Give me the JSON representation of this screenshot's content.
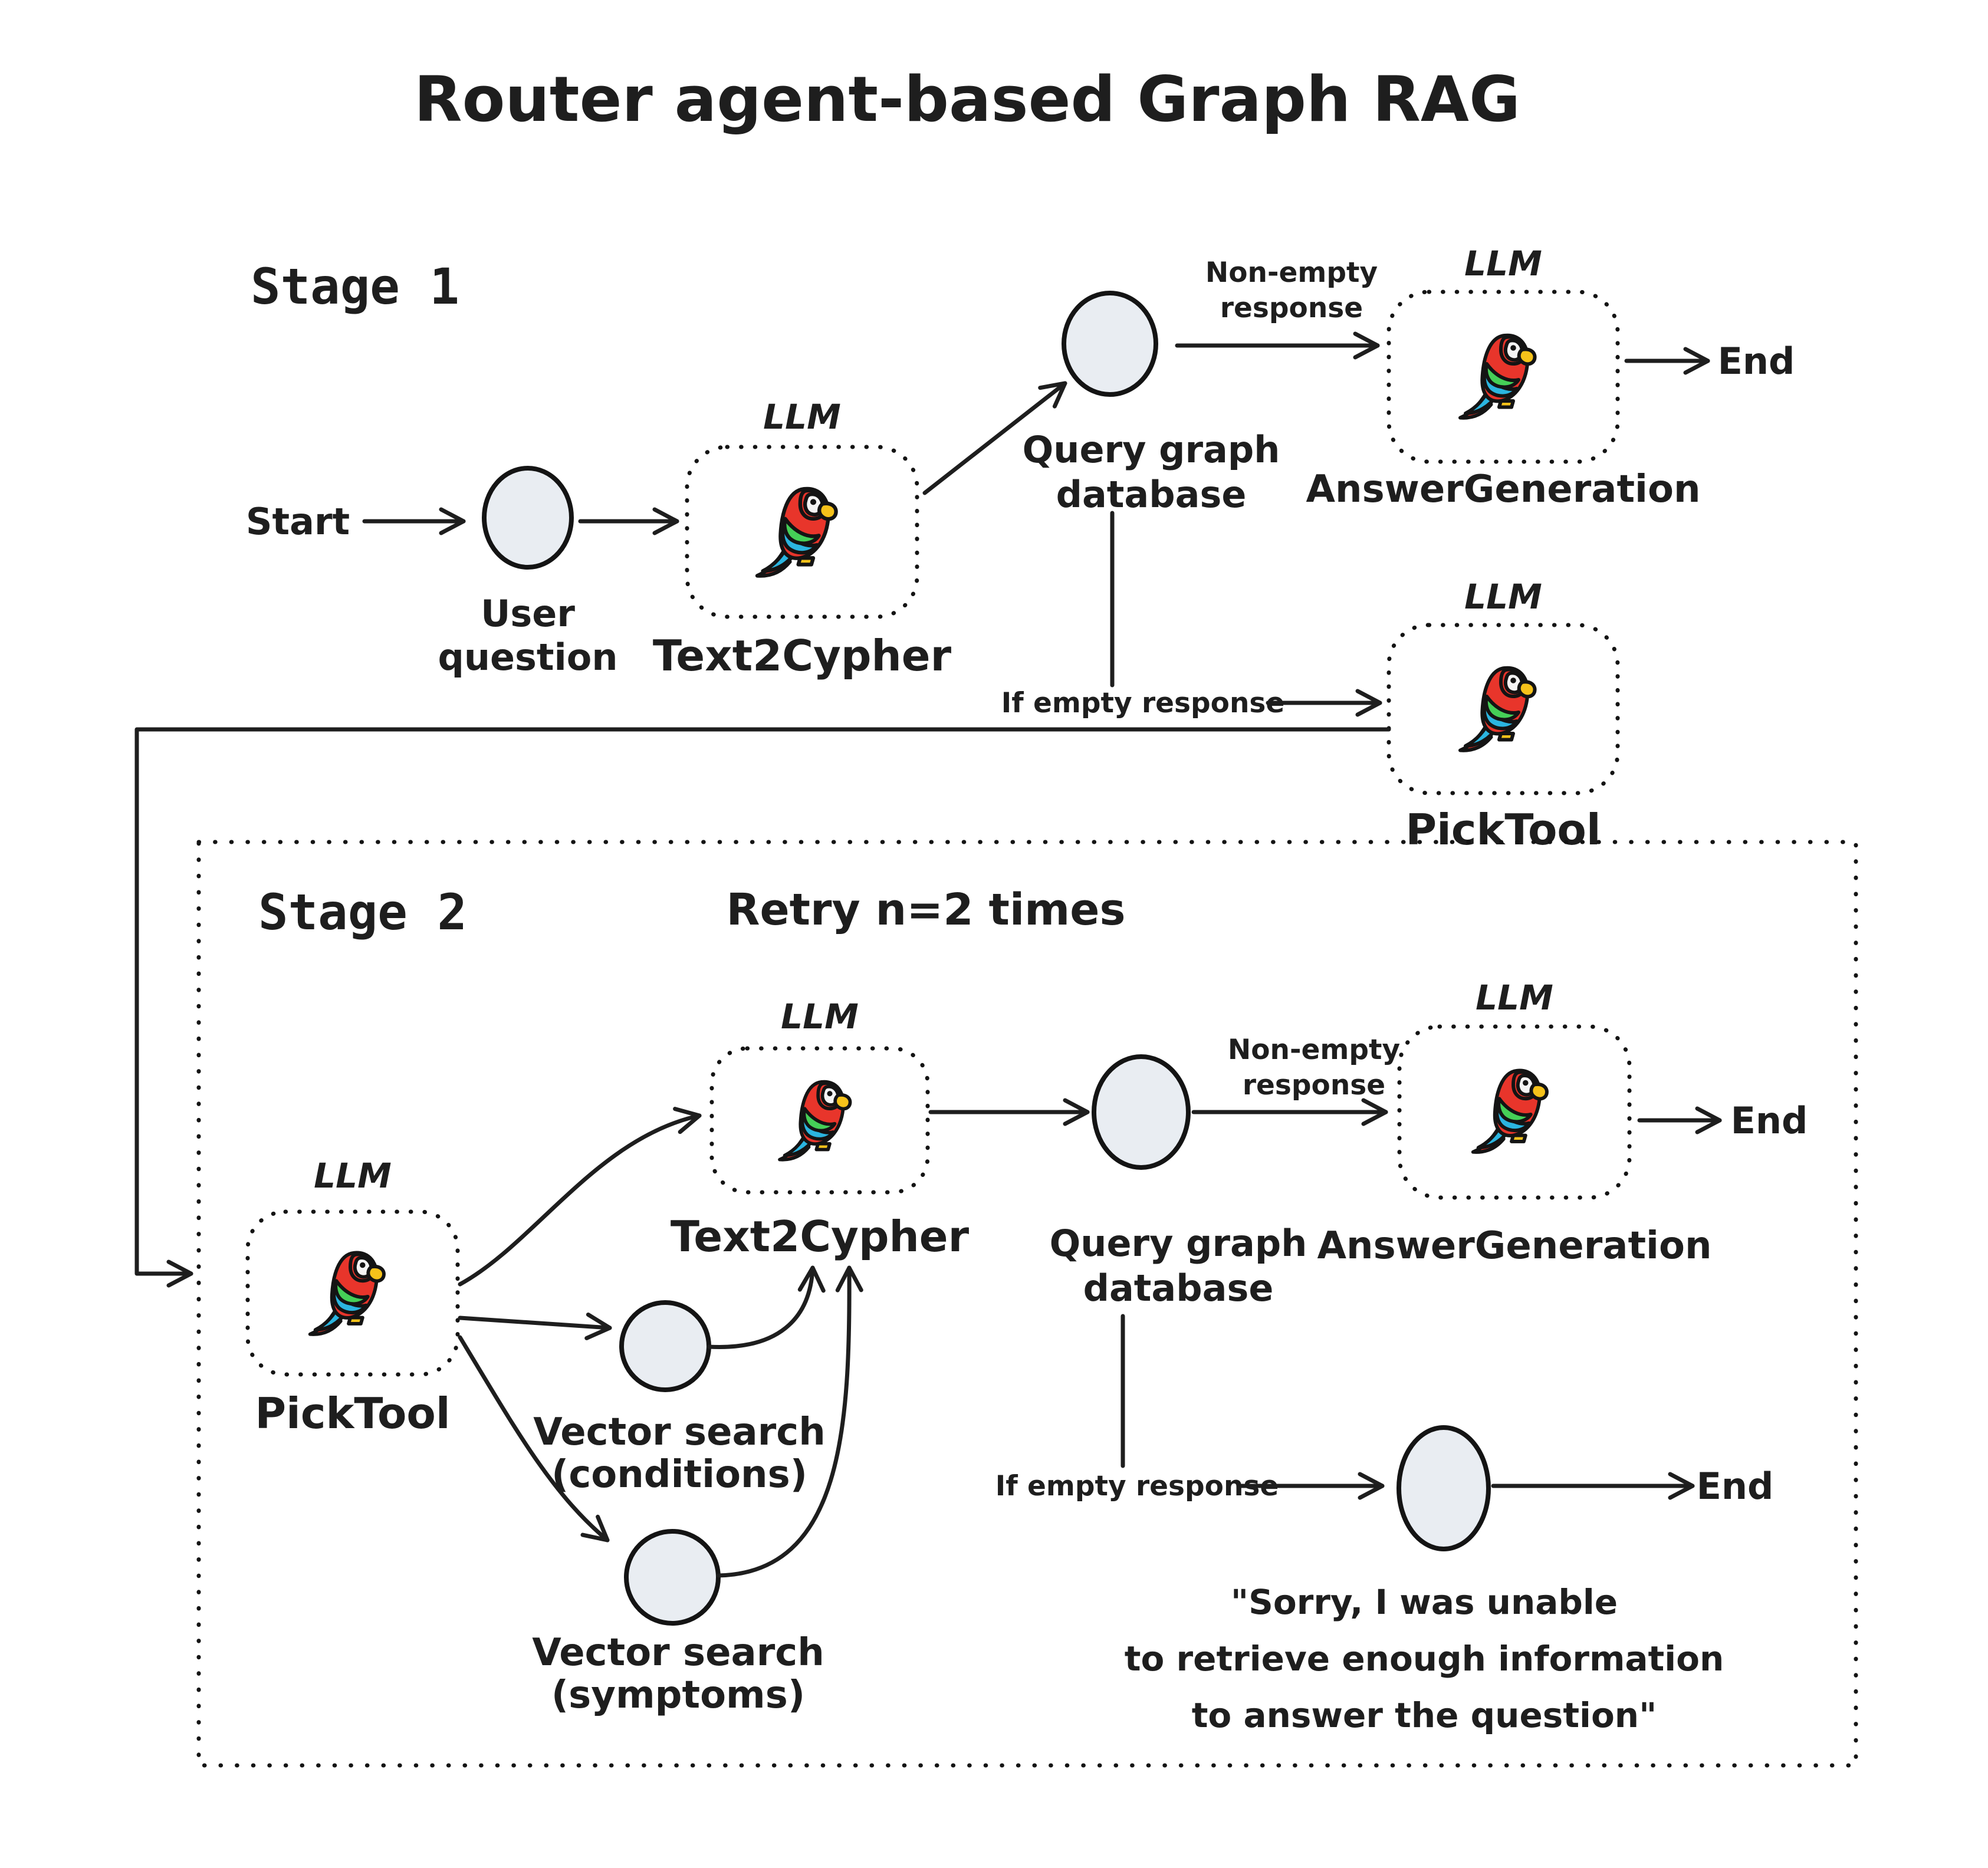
{
  "title": "Router agent-based Graph RAG",
  "colors": {
    "ink": "#1e1e1e",
    "node_fill": "#e9edf2",
    "node_stroke": "#141414",
    "red": "#e8352b",
    "green": "#2f9e44",
    "blue": "#2586d7",
    "purple": "#6b45dd",
    "pink": "#c42460"
  },
  "stage1": {
    "label": "Stage 1",
    "start": "Start",
    "user_question_l1": "User",
    "user_question_l2": "question",
    "llm": "LLM",
    "text2cypher": "Text2Cypher",
    "query_db_l1": "Query graph",
    "query_db_l2": "database",
    "non_empty_l1": "Non-empty",
    "non_empty_l2": "response",
    "answer_generation": "AnswerGeneration",
    "end": "End",
    "if_empty": "If empty response",
    "picktool": "PickTool"
  },
  "stage2": {
    "label": "Stage 2",
    "retry": "Retry n=2 times",
    "llm": "LLM",
    "picktool": "PickTool",
    "text2cypher": "Text2Cypher",
    "vector_conditions_l1": "Vector search",
    "vector_conditions_l2": "(conditions)",
    "vector_symptoms_l1": "Vector search",
    "vector_symptoms_l2": "(symptoms)",
    "query_db_l1": "Query graph",
    "query_db_l2": "database",
    "non_empty_l1": "Non-empty",
    "non_empty_l2": "response",
    "answer_generation": "AnswerGeneration",
    "end": "End",
    "if_empty": "If empty response",
    "sorry_l1": "\"Sorry, I was unable",
    "sorry_l2": "to retrieve enough information",
    "sorry_l3": "to answer the question\""
  }
}
